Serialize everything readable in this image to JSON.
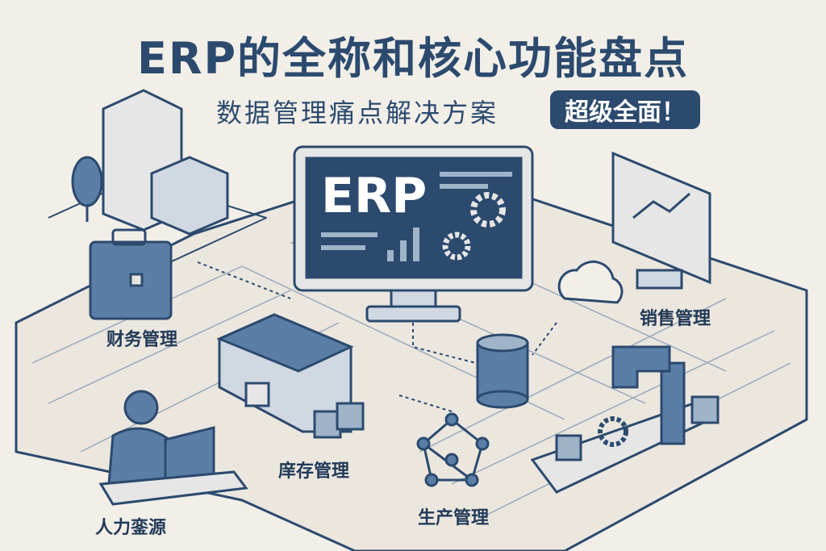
{
  "header": {
    "title": "ERP的全称和核心功能盘点",
    "subtitle": "数据管理痛点解决方案",
    "badge": "超级全面！"
  },
  "monitor": {
    "text": "ERP"
  },
  "modules": {
    "finance": "财务管理",
    "sales": "销售管理",
    "inventory": "庠存管理",
    "hr": "人力銮源",
    "production": "生产管理"
  },
  "colors": {
    "primary": "#2c4a6e",
    "accent": "#5b7ea6",
    "background": "#f2efe9"
  }
}
